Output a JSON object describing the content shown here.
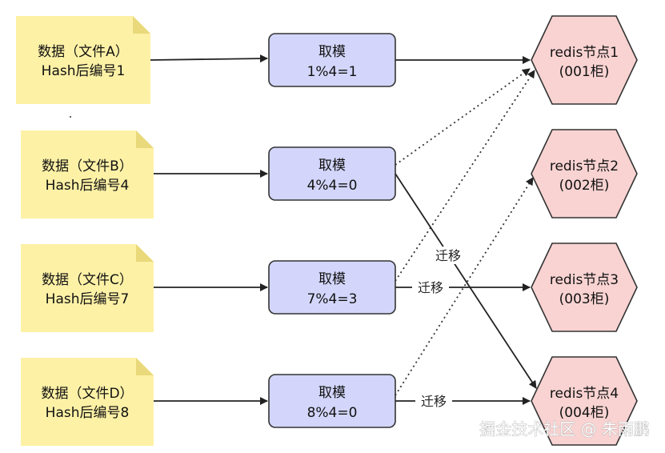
{
  "documents": [
    {
      "line1": "数据（文件A）",
      "line2": "Hash后编号1"
    },
    {
      "line1": "数据（文件B）",
      "line2": "Hash后编号4"
    },
    {
      "line1": "数据（文件C）",
      "line2": "Hash后编号7"
    },
    {
      "line1": "数据（文件D）",
      "line2": "Hash后编号8"
    }
  ],
  "modulo_boxes": [
    {
      "line1": "取模",
      "line2": "1%4=1"
    },
    {
      "line1": "取模",
      "line2": "4%4=0"
    },
    {
      "line1": "取模",
      "line2": "7%4=3"
    },
    {
      "line1": "取模",
      "line2": "8%4=0"
    }
  ],
  "redis_nodes": [
    {
      "line1": "redis节点1",
      "line2": "(001柜)"
    },
    {
      "line1": "redis节点2",
      "line2": "(002柜)"
    },
    {
      "line1": "redis节点3",
      "line2": "(003柜)"
    },
    {
      "line1": "redis节点4",
      "line2": "(004柜)"
    }
  ],
  "edge_labels": {
    "migrate_b": "迁移",
    "migrate_c": "迁移",
    "migrate_d": "迁移"
  },
  "colors": {
    "note_fill": "#fdf1a6",
    "note_fold": "#e9d97a",
    "box_fill": "#d3d6fa",
    "box_stroke": "#333333",
    "hex_fill": "#f8d3d2",
    "hex_stroke": "#333333",
    "arrow": "#222222"
  },
  "watermark": "掘金技术社区 @ 朱雨鹏"
}
